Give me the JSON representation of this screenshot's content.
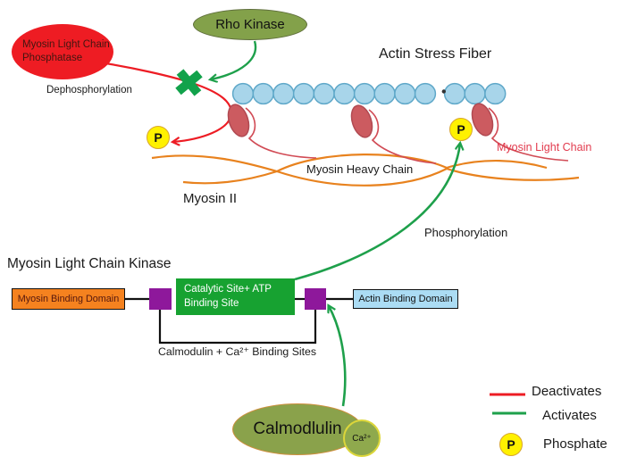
{
  "nodes": {
    "phosphatase": {
      "label": "Myosin Light Chain Phosphatase"
    },
    "rho_kinase": {
      "label": "Rho Kinase"
    },
    "calmodulin": {
      "label": "Calmodlulin"
    },
    "calcium": {
      "label": "Ca²⁺"
    }
  },
  "labels": {
    "actin_stress_fiber": "Actin Stress Fiber",
    "dephosphorylation": "Dephosphorylation",
    "phosphorylation": "Phosphorylation",
    "myosin_heavy_chain": "Myosin Heavy Chain",
    "myosin_ii": "Myosin II",
    "myosin_light_chain": "Myosin Light Chain",
    "mlck_title": "Myosin Light Chain Kinase",
    "calmodulin_binding_sites": "Calmodulin + Ca²⁺ Binding Sites"
  },
  "domains": {
    "myosin_binding": "Myosin Binding Domain",
    "catalytic": "Catalytic Site+ ATP Binding Site",
    "actin_binding": "Actin Binding Domain"
  },
  "phosphate": {
    "letter": "P"
  },
  "legend": {
    "deactivates": "Deactivates",
    "activates": "Activates",
    "phosphate": "Phosphate"
  },
  "colors": {
    "deactivate_red": "#ed1c24",
    "activate_green": "#1ea04b",
    "phosphate_yellow": "#fff100",
    "actin_blue": "#a8d5ea",
    "myosin_orange": "#e8821e",
    "light_chain_salmon": "#cc5b60",
    "enzyme_green": "#85a44c",
    "domain_orange": "#f5821f",
    "domain_green": "#17a231",
    "domain_purple": "#8e189b",
    "domain_blue": "#abdcf4"
  }
}
